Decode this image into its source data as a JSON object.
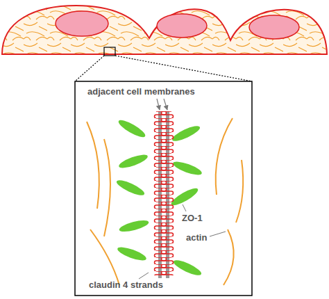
{
  "diagram": {
    "labels": [
      "adjacent cell membranes",
      "ZO-1",
      "actin",
      "claudin 4 strands"
    ]
  }
}
